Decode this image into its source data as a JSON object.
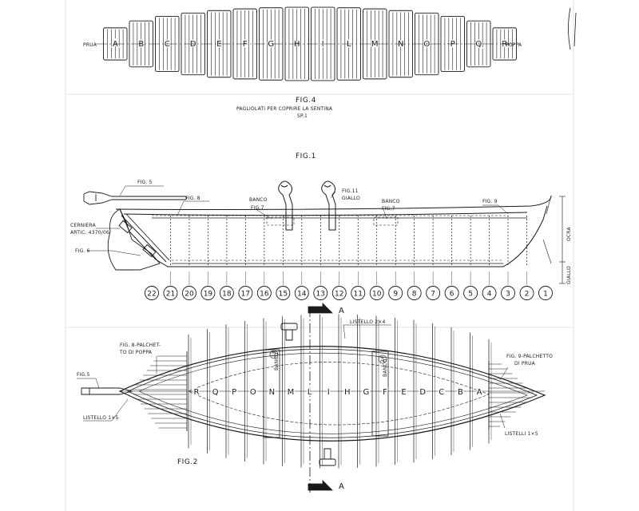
{
  "fig4": {
    "title": "FIG.4",
    "caption1": "PAGLIOLATI PER COPRIRE LA SENTINA",
    "caption2": "SP.1",
    "bow_label": "PRUA",
    "stern_label": "POPPA",
    "panels": [
      "A",
      "B",
      "C",
      "D",
      "E",
      "F",
      "G",
      "H",
      "I",
      "L",
      "M",
      "N",
      "O",
      "P",
      "Q",
      "R"
    ]
  },
  "fig1": {
    "title": "FIG.1",
    "labels": {
      "fig5": "FIG. 5",
      "fig8": "FIG. 8",
      "banco1": "BANCO",
      "banco1_fig": "FIG.7",
      "fig11": "FIG.11",
      "fig11_sub": "GIALLO",
      "banco2": "BANCO",
      "banco2_fig": "FIG.7",
      "fig9": "FIG. 9",
      "cerniera": "CERNIERA",
      "cerniera_sub": "ARTIC. 4370/06",
      "fig6": "FIG. 6",
      "ocra": "OCRA",
      "giallo": "GIALLO"
    },
    "frames": [
      "22",
      "21",
      "20",
      "19",
      "18",
      "17",
      "16",
      "15",
      "14",
      "13",
      "12",
      "11",
      "10",
      "9",
      "8",
      "7",
      "6",
      "5",
      "4",
      "3",
      "2",
      "1"
    ]
  },
  "fig2": {
    "title": "FIG.2",
    "section_label": "A",
    "labels": {
      "listello_top": "LISTELLO 2×4",
      "palchetto_poppa_1": "FIG. 8-PALCHET-",
      "palchetto_poppa_2": "TO DI POPPA",
      "palchetto_prua_1": "FIG. 9-PALCHETTO",
      "palchetto_prua_2": "DI PRUA",
      "fig5": "FIG.5",
      "listello_left": "LISTELLO 1×5",
      "listelli_right": "LISTELLI 1×5",
      "banco23": "BANCO",
      "banco23_num": "23",
      "banco24": "BANCO",
      "banco24_num": "24"
    },
    "stations": [
      "R",
      "Q",
      "P",
      "O",
      "N",
      "M",
      "L",
      "I",
      "H",
      "G",
      "F",
      "E",
      "D",
      "C",
      "B",
      "A"
    ]
  },
  "colors": {
    "ink": "#1a1a1a",
    "paper": "#ffffff",
    "fold": "#e6e6e6"
  }
}
